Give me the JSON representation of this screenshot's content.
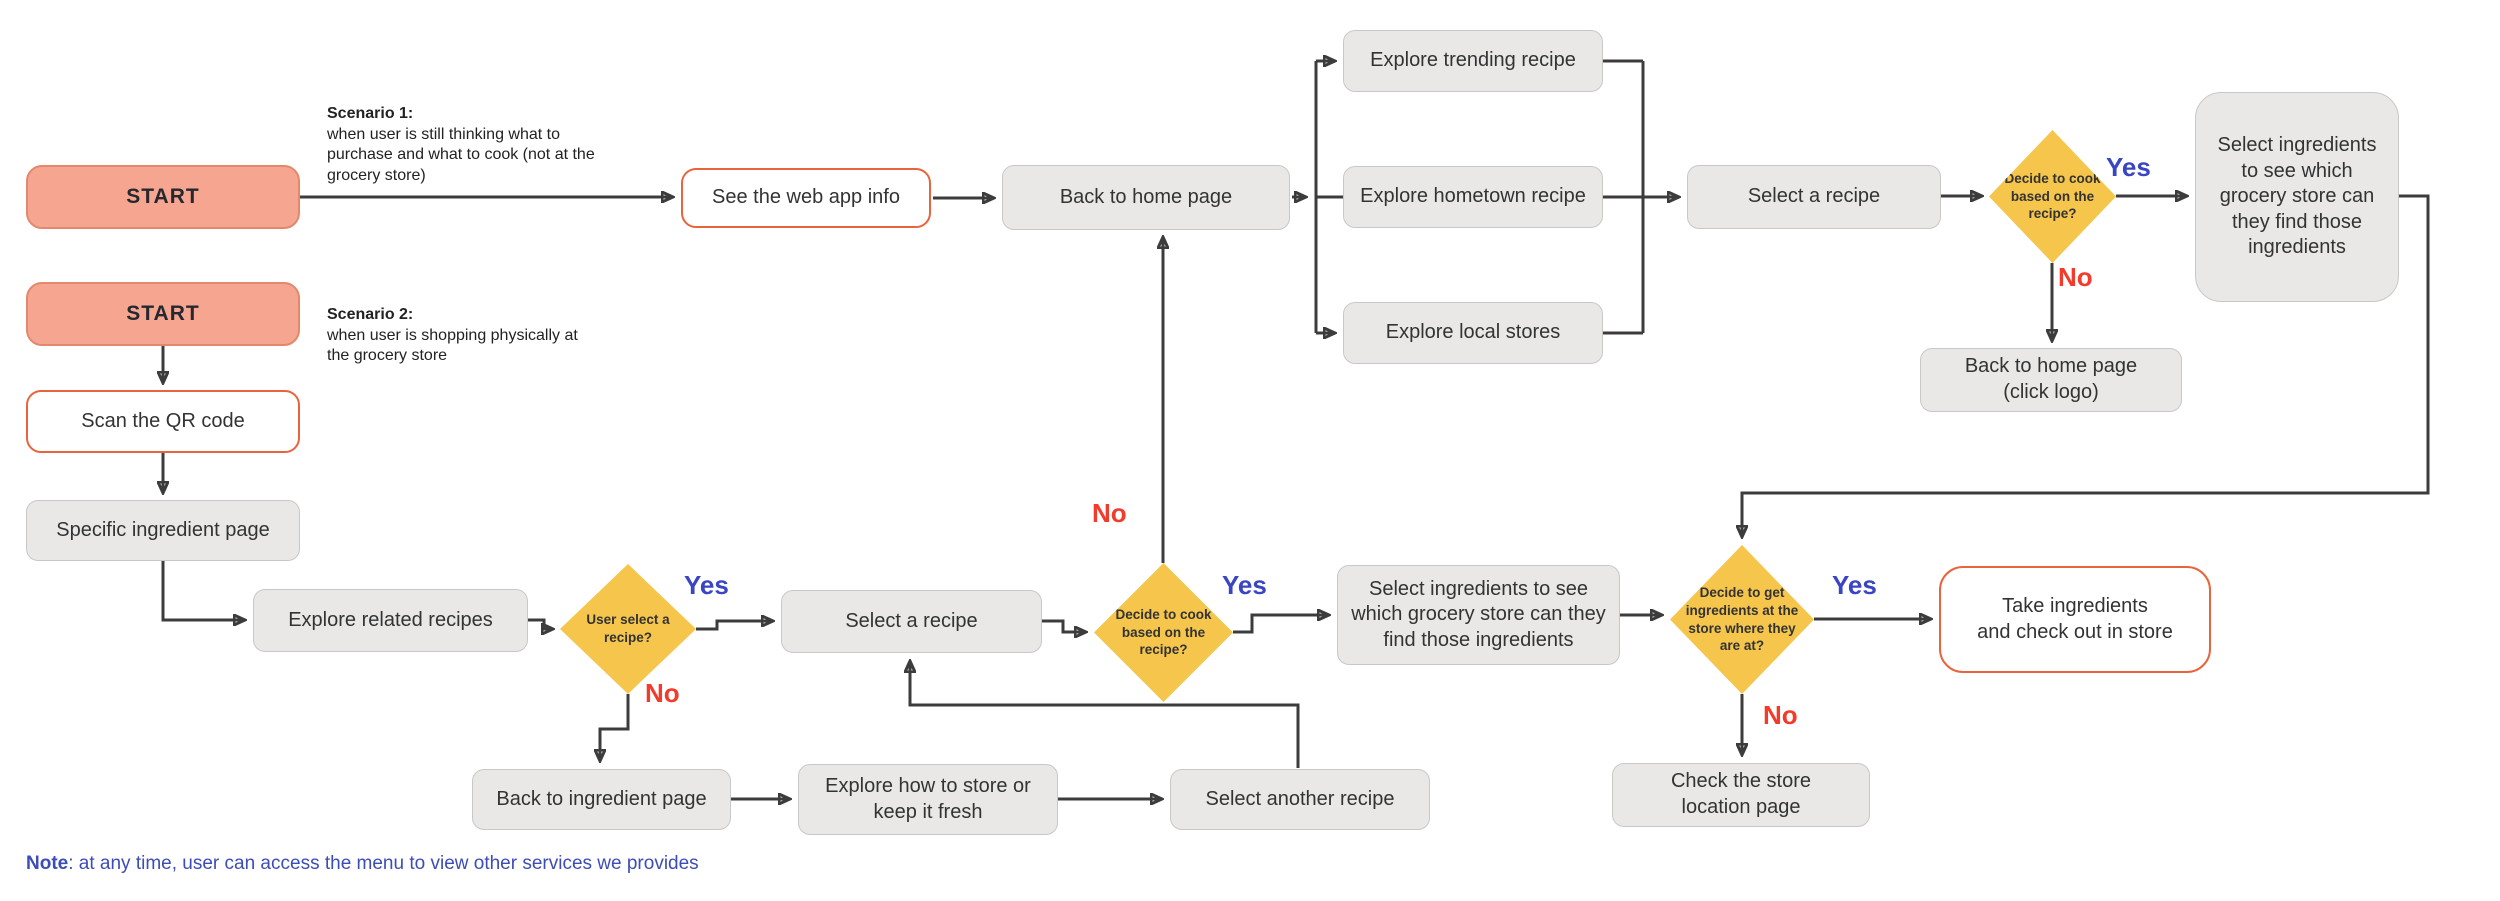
{
  "scenarios": {
    "s1": {
      "title": "Scenario 1:",
      "body": "when user is still thinking what to\npurchase and what to cook (not at the\ngrocery store)"
    },
    "s2": {
      "title": "Scenario 2:",
      "body": "when user is shopping physically at\nthe grocery store"
    }
  },
  "labels": {
    "yes": "Yes",
    "no": "No"
  },
  "nodes": {
    "start1": "START",
    "web_app_info": "See the web app info",
    "back_home": "Back to home page",
    "trending": "Explore trending recipe",
    "hometown": "Explore hometown recipe",
    "local_stores": "Explore local stores",
    "select_recipe_1": "Select a recipe",
    "decide_cook_1": "Decide to cook\nbased on the\nrecipe?",
    "select_ingredients_1": "Select ingredients\nto see which\ngrocery store can\nthey find those\ningredients",
    "back_home_logo": "Back to home page\n(click logo)",
    "start2": "START",
    "scan_qr": "Scan the QR code",
    "ingredient_page": "Specific ingredient page",
    "related_recipes": "Explore related recipes",
    "user_select": "User select a\nrecipe?",
    "select_recipe_2": "Select a recipe",
    "decide_cook_2": "Decide to cook\nbased on the\nrecipe?",
    "select_ingredients_2": "Select ingredients to see\nwhich grocery store can they\nfind those ingredients",
    "decide_get": "Decide to get\ningredients at the\nstore where they\nare at?",
    "take_ingredients": "Take ingredients\nand check out in store",
    "check_store": "Check the store\nlocation page",
    "back_ingredient": "Back to ingredient page",
    "explore_store": "Explore how to store or\nkeep it fresh",
    "another_recipe": "Select another recipe"
  },
  "note": {
    "prefix": "Note",
    "text": ": at any time, user can access the menu to view other services we provides"
  },
  "colors": {
    "start_fill": "#F6A690",
    "accent_border": "#E8643C",
    "decision_fill": "#F5C54C",
    "box_fill": "#E9E8E7",
    "yes": "#3A45C4",
    "no": "#F23B2B",
    "note": "#3D4DB7",
    "line": "#3C3C3C"
  }
}
